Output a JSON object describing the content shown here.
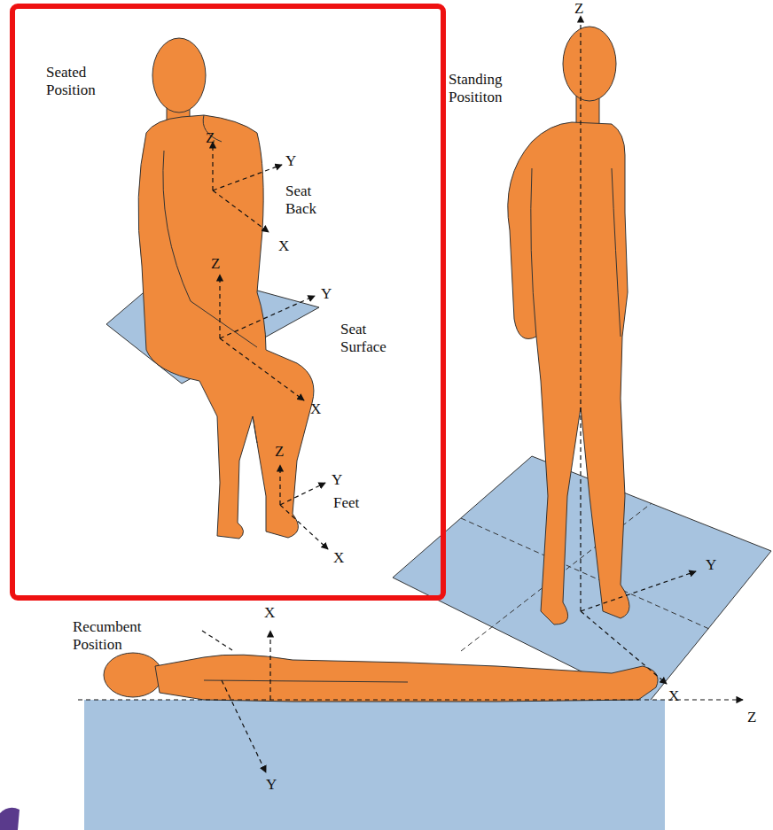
{
  "diagram": {
    "labels": [
      "Seated Position",
      "Z",
      "Y",
      "Seat Back",
      "X",
      "Z",
      "Y",
      "Seat Surface",
      "X",
      "Z",
      "Y",
      "Feet",
      "X",
      "Z",
      "Standing Posititon",
      "Y",
      "X",
      "Recumbent Position",
      "X",
      "Z",
      "Y"
    ]
  }
}
